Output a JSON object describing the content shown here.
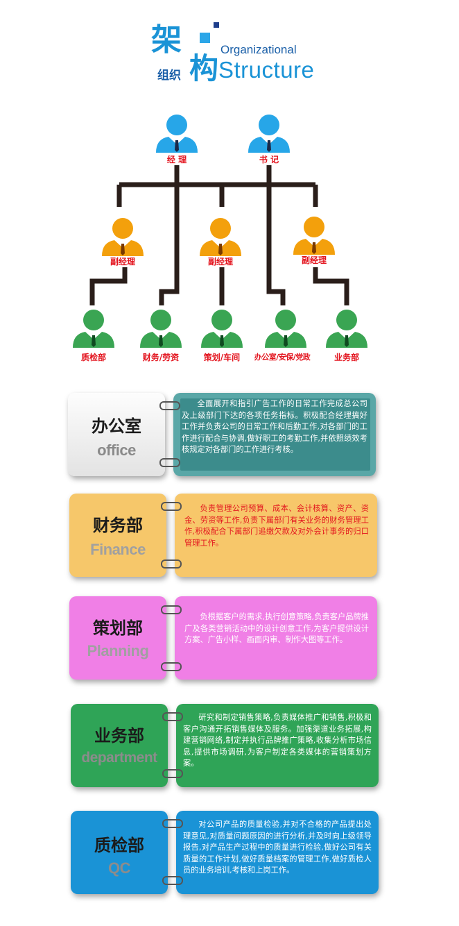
{
  "header": {
    "title_big_1": "架",
    "title_big_2": "构",
    "title_small": "组织",
    "en_line1": "Organizational",
    "en_line2": "Structure"
  },
  "org": {
    "top": [
      "经 理",
      "书 记"
    ],
    "middle": [
      "副经理",
      "副经理",
      "副经理"
    ],
    "bottom": [
      "质检部",
      "财务/劳资",
      "策划/车间",
      "办公室/安保/党政",
      "业务部"
    ]
  },
  "departments": [
    {
      "cn": "办公室",
      "en": "office",
      "desc": "全面展开和指引广告工作的日常工作完成总公司及上级部门下达的各项任务指标。积极配合经理搞好工作并负责公司的日常工作和后勤工作,对各部门的工作进行配合与协调,做好职工的考勤工作,并依照绩效考核规定对各部门的工作进行考核。"
    },
    {
      "cn": "财务部",
      "en": "Finance",
      "desc": "负责管理公司预算、成本、会计核算、资产、资金、劳资等工作,负责下属部门有关业务的财务管理工作,积极配合下属部门追缴欠款及对外会计事务的归口管理工作。"
    },
    {
      "cn": "策划部",
      "en": "Planning",
      "desc": "负根据客户的需求,执行创意策略,负责客户品牌推广及各类营销活动中的设计创意工作,为客户提供设计方案、广告小样、画面内审、制作大图等工作。"
    },
    {
      "cn": "业务部",
      "en": "department",
      "desc": "研究和制定销售策略,负责媒体推广和销售,积极和客户沟通开拓销售媒体及服务。加强渠道业务拓展,构建营销网络,制定并执行品牌推广策略,收集分析市场信息,提供市场调研,为客户制定各类媒体的营销策划方案。"
    },
    {
      "cn": "质检部",
      "en": "QC",
      "desc": "对公司产品的质量检验,并对不合格的产品提出处理意见,对质量问题原因的进行分析,并及时向上级领导报告,对产品生产过程中的质量进行检验,做好公司有关质量的工作计划,做好质量档案的管理工作,做好质检人员的业务培训,考核和上岗工作。"
    }
  ],
  "colors": {
    "accent_blue": "#1a93d6",
    "manager_blue": "#27a6e8",
    "deputy_orange": "#f3a00c",
    "staff_green": "#3aa553",
    "label_red": "#e3141e",
    "office_left": "#f2f2f2",
    "office_right": "#5aa7a7",
    "finance_left": "#f6c76a",
    "finance_right": "#f7c76a",
    "planning_left": "#f07fe6",
    "planning_right": "#f07fe6",
    "sales_left": "#2fa457",
    "sales_right": "#2fa457",
    "qc_left": "#1a93d6",
    "qc_right": "#1a93d6"
  }
}
